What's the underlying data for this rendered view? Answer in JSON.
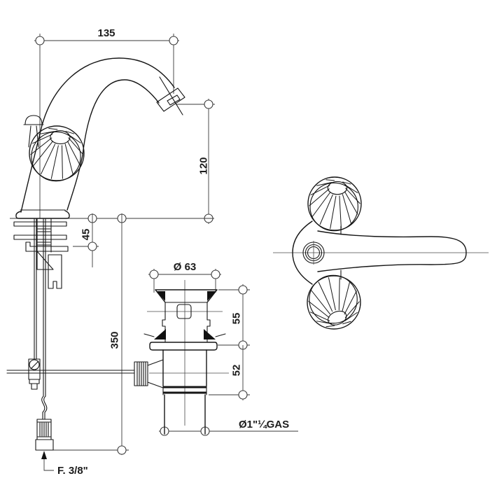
{
  "drawing": {
    "title": "faucet-technical-drawing",
    "labels": {
      "spout_reach": "135",
      "spout_height": "120",
      "max_deck_thickness": "45",
      "mount_depth": "350",
      "drain_flange_dia": "Ø 63",
      "drain_upper_len": "55",
      "drain_lower_len": "52",
      "drain_thread": "Ø1\"¼GAS",
      "supply_thread": "F. 3/8\""
    }
  }
}
